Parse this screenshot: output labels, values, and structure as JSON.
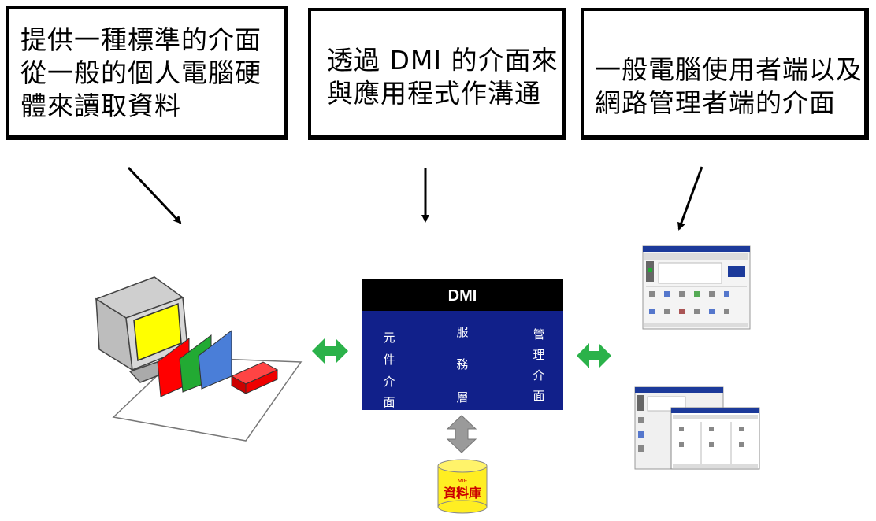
{
  "boxes": [
    {
      "lines": [
        "提供一種標準的介面",
        "從一般的個人電腦硬",
        "體來讀取資料"
      ]
    },
    {
      "lines": [
        "透過 DMI 的介面來",
        "與應用程式作溝通"
      ]
    },
    {
      "lines": [
        "一般電腦使用者端以及",
        "網路管理者端的介面"
      ]
    }
  ],
  "dmi": {
    "title": "DMI",
    "left_column": [
      "元",
      "件",
      "介",
      "面"
    ],
    "middle_column": [
      "服",
      "務",
      "層"
    ],
    "right_column": [
      "管",
      "理",
      "介",
      "面"
    ]
  },
  "database": {
    "small_label": "MIF",
    "label": "資料庫"
  },
  "colors": {
    "dmi_header": "#000000",
    "dmi_body": "#11208a",
    "arrow_green": "#2bb24a",
    "arrow_gray": "#9a9a9a",
    "database_fill": "#ffee22",
    "monitor_screen": "#ffff00",
    "card_red": "#ff0000",
    "card_green": "#22aa33",
    "card_blue": "#4a7ed8"
  }
}
